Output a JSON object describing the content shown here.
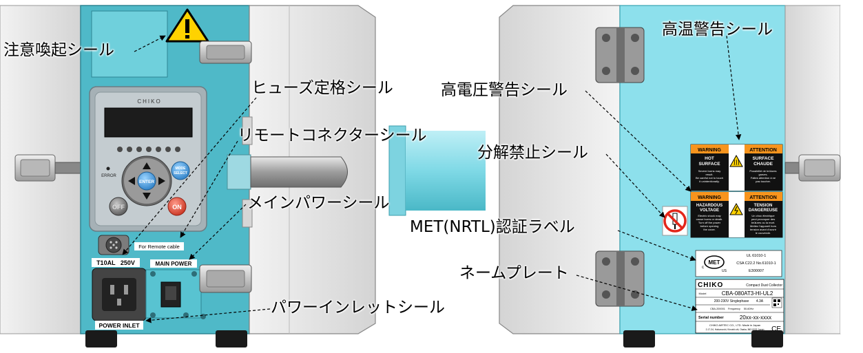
{
  "callouts": {
    "caution": "注意喚起シール",
    "fuse": "ヒューズ定格シール",
    "remote_connector": "リモートコネクターシール",
    "main_power": "メインパワーシール",
    "power_inlet": "パワーインレットシール",
    "high_temp": "高温警告シール",
    "high_voltage": "高電圧警告シール",
    "no_disassembly": "分解禁止シール",
    "met_label": "MET(NRTL)認証ラベル",
    "nameplate": "ネームプレート"
  },
  "control_panel": {
    "brand": "CHIKO",
    "error": "ERROR",
    "mode": "MODE",
    "select": "SELECT",
    "enter": "ENTER",
    "off": "OFF",
    "on": "ON"
  },
  "front_labels": {
    "remote": "For Remote cable",
    "fuse_rating": "T10AL   250V",
    "main_power": "MAIN POWER",
    "power_inlet": "POWER INLET"
  },
  "hot_label": {
    "warn_en": "WARNING",
    "title_en1": "HOT",
    "title_en2": "SURFACE",
    "body_en1": "Severe burns may",
    "body_en2": "result.",
    "body_en3": "Be careful not to touch",
    "body_en4": "it unintentionally.",
    "warn_fr": "ATTENTION",
    "title_fr1": "SURFACE",
    "title_fr2": "CHAUDE",
    "body_fr1": "Possibilité de brûlures",
    "body_fr2": "graves.",
    "body_fr3": "Faites attention à ne",
    "body_fr4": "pas toucher."
  },
  "hv_label": {
    "warn_en": "WARNING",
    "title_en1": "HAZARDOUS",
    "title_en2": "VOLTAGE",
    "body_en1": "Electric shock may",
    "body_en2": "cause burns or death.",
    "body_en3": "Turn off the power",
    "body_en4": "before opening",
    "body_en5": "the cover.",
    "warn_fr": "ATTENTION",
    "title_fr1": "TENSION",
    "title_fr2": "DANGEREUSE",
    "body_fr1": "Un choc électrique",
    "body_fr2": "peut provoquer des",
    "body_fr3": "brûlures ou la mort.",
    "body_fr4": "Mettez l'appareil hors",
    "body_fr5": "tension avant d'ouvrir",
    "body_fr6": "le couvercle."
  },
  "met_label": {
    "mark": "MET",
    "c": "c",
    "us": "US",
    "line1": "UL 61010-1",
    "line2": "CSA C22.2 No.61010-1",
    "line3": "E300007"
  },
  "nameplate": {
    "brand": "CHIKO",
    "subtitle": "Compact Dust Collector",
    "model_label": "Model",
    "model": "CBA-080AT3-HI-UL2",
    "voltage": "200-230V Singlephase",
    "current": "4.3A",
    "capacity": "CBA-200001",
    "frequency": "Frequency",
    "hz": "50-60Hz",
    "serial_label": "Serial number",
    "serial": "20xx-xx-xxxx",
    "maker": "CHIKO AIRTEC CO., LTD. Made in Japan",
    "address": "2-17-34, Hakuroushi, Kinoshi-shi, Osaka, 562-0032 Japan",
    "ce": "CE"
  },
  "colors": {
    "panel_teal": "#4FB9C8",
    "panel_light": "#8DE0EC",
    "housing": "#E6E6E6",
    "warning_orange": "#F7941D",
    "warning_yellow": "#FFD200",
    "prohibit_red": "#E32619"
  }
}
